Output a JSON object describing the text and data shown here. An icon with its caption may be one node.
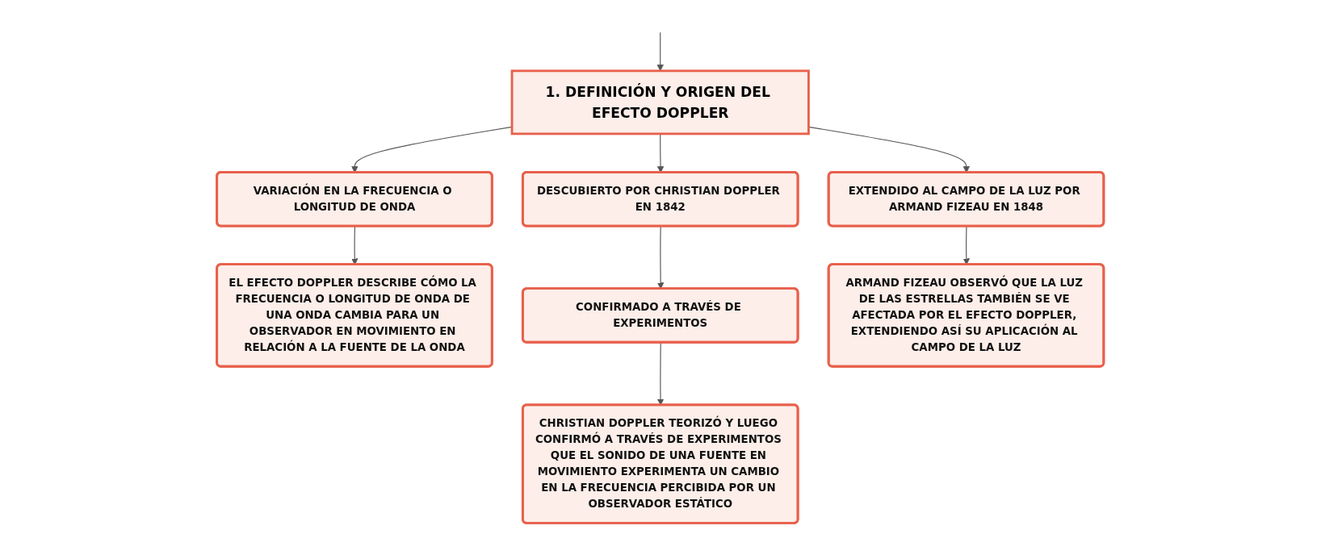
{
  "diagram": {
    "nodes": [
      {
        "text": [
          "1. DEFINICIÓN Y ORIGEN DEL EFECTO DOPPLER"
        ]
      },
      {
        "text": [
          "VARIACIÓN EN LA FRECUENCIA O LONGITUD DE ONDA"
        ]
      },
      {
        "text": [
          "DESCUBIERTO POR CHRISTIAN DOPPLER EN 1842"
        ]
      },
      {
        "text": [
          "EXTENDIDO AL CAMPO DE LA LUZ POR ARMAND FIZEAU EN 1848"
        ]
      },
      {
        "text": [
          "EL EFECTO DOPPLER DESCRIBE CÓMO LA FRECUENCIA O LONGITUD DE ONDA DE UNA ONDA CAMBIA PARA UN OBSERVADOR EN MOVIMIENTO EN RELACIÓN A LA FUENTE DE LA ONDA"
        ]
      },
      {
        "text": [
          "CONFIRMADO A TRAVÉS DE EXPERIMENTOS"
        ]
      },
      {
        "text": [
          "CHRISTIAN DOPPLER TEORIZÓ Y LUEGO CONFIRMÓ A TRAVÉS DE EXPERIMENTOS QUE EL SONIDO DE UNA FUENTE EN MOVIMIENTO EXPERIMENTA UN CAMBIO EN LA FRECUENCIA PERCIBIDA POR UN OBSERVADOR ESTÁTICO"
        ]
      },
      {
        "text": [
          "ARMAND FIZEAU OBSERVÓ QUE LA LUZ DE LAS ESTRELLAS TAMBIÉN SE VE AFECTADA POR EL EFECTO DOPPLER, EXTENDIENDO ASÍ SU APLICACIÓN AL CAMPO DE LA LUZ"
        ]
      }
    ],
    "edges": [
      {
        "from": null,
        "to": 0,
        "arrow": "to"
      },
      {
        "from": 0,
        "to": 1,
        "arrow": "to"
      },
      {
        "from": 0,
        "to": 2,
        "arrow": "to"
      },
      {
        "from": 0,
        "to": 3,
        "arrow": "to"
      },
      {
        "from": 1,
        "to": 4,
        "arrow": "to"
      },
      {
        "from": 2,
        "to": 5,
        "arrow": "to"
      },
      {
        "from": 5,
        "to": 6,
        "arrow": "to"
      },
      {
        "from": 3,
        "to": 7,
        "arrow": "to"
      }
    ]
  }
}
